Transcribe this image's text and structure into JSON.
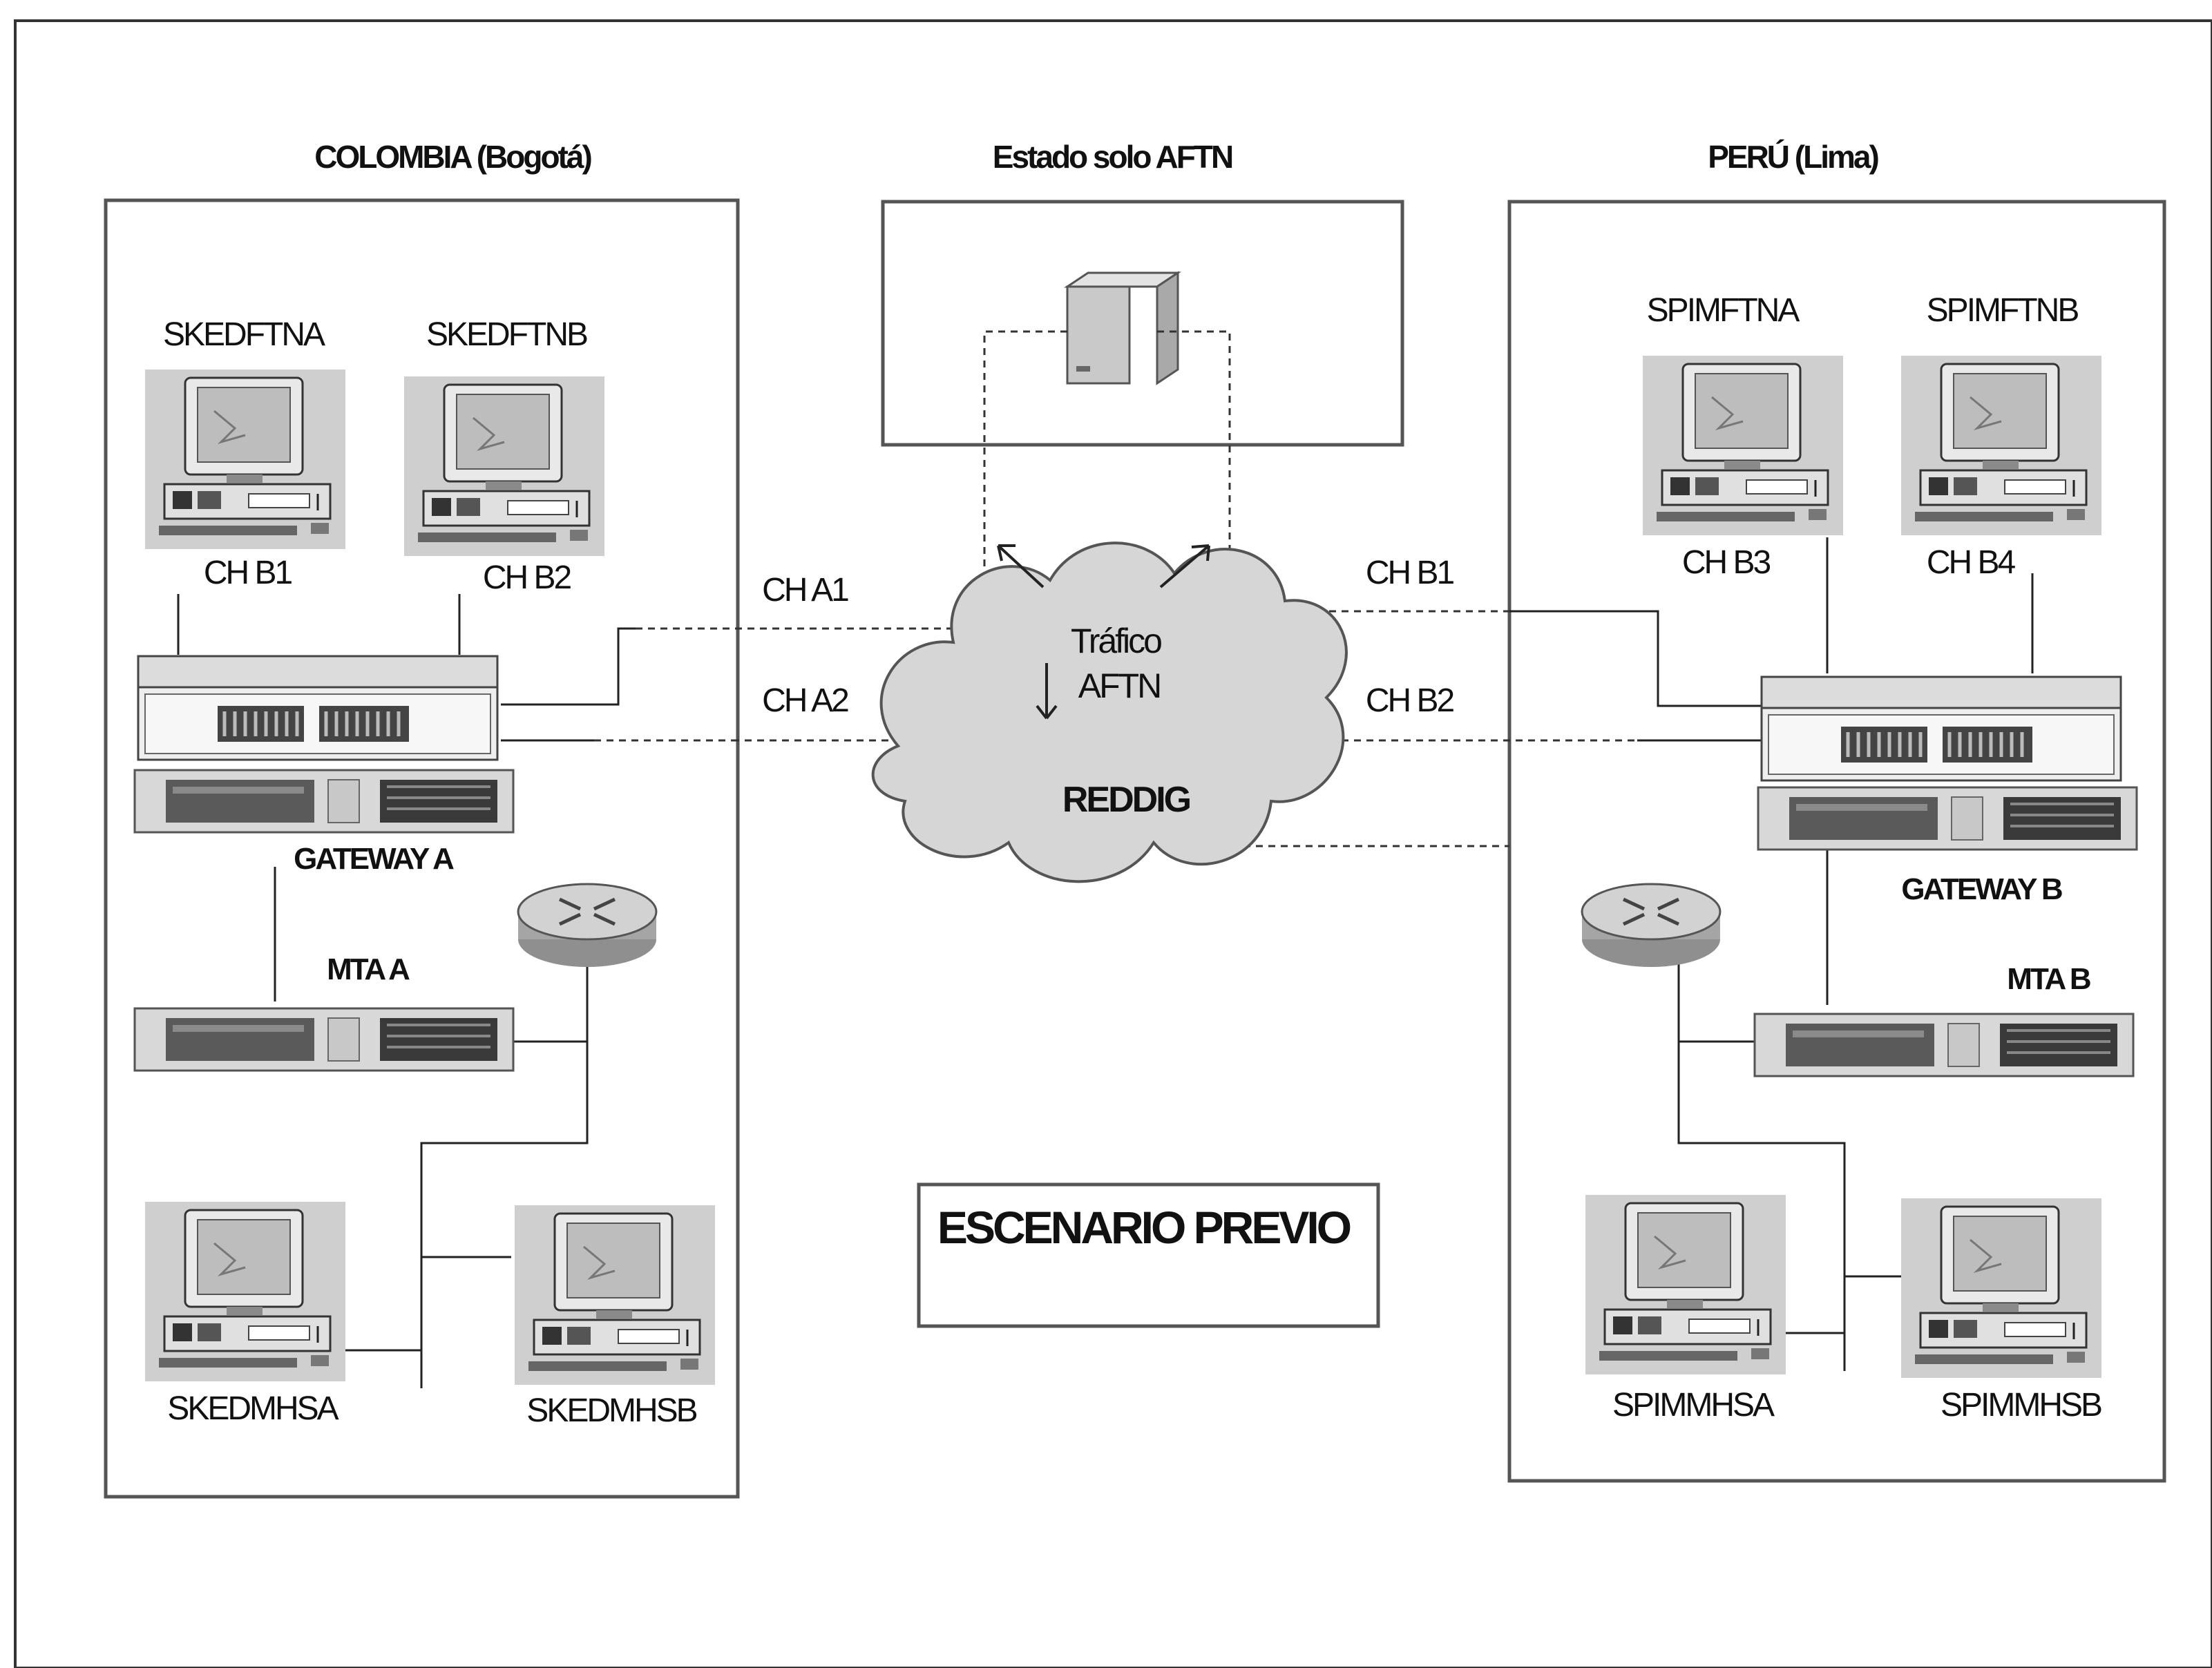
{
  "regions": {
    "colombia": "COLOMBIA (Bogotá)",
    "center": "Estado solo AFTN",
    "peru": "PERÚ (Lima)"
  },
  "colombia": {
    "terminals": {
      "ftna": "SKEDFTNA",
      "ftnb": "SKEDFTNB",
      "mhsa": "SKEDMHSA",
      "mhsb": "SKEDMHSB"
    },
    "channels": {
      "b1": "CH B1",
      "b2": "CH B2"
    },
    "gateway": "GATEWAY A",
    "mta": "MTA A"
  },
  "peru": {
    "terminals": {
      "ftna": "SPIMFTNA",
      "ftnb": "SPIMFTNB",
      "mhsa": "SPIMMHSA",
      "mhsb": "SPIMMHSB"
    },
    "channels": {
      "b3": "CH B3",
      "b4": "CH B4"
    },
    "gateway": "GATEWAY B",
    "mta": "MTA B"
  },
  "links": {
    "cha1": "CH A1",
    "cha2": "CH A2",
    "chb1": "CH B1",
    "chb2": "CH B2"
  },
  "cloud": {
    "traffic_line1": "Tráfico",
    "traffic_line2": "AFTN",
    "network": "REDDIG"
  },
  "scenario_label": "ESCENARIO PREVIO",
  "colors": {
    "line": "#222222",
    "panel": "#f4f4f4",
    "cloud": "#d6d6d6"
  }
}
